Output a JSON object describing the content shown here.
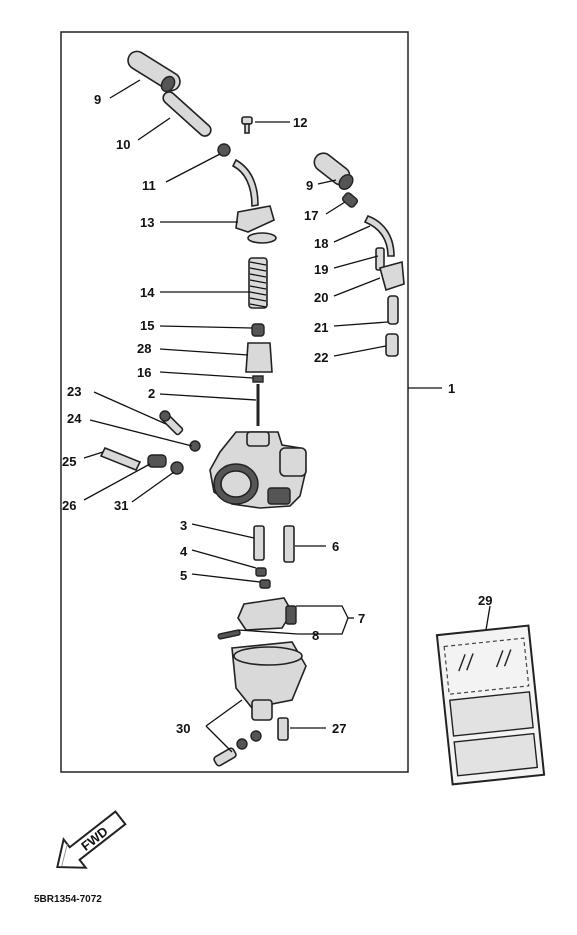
{
  "diagram": {
    "part_labels": {
      "p1": "1",
      "p2": "2",
      "p3": "3",
      "p4": "4",
      "p5": "5",
      "p6": "6",
      "p7": "7",
      "p8": "8",
      "p9a": "9",
      "p9b": "9",
      "p10": "10",
      "p11": "11",
      "p12": "12",
      "p13": "13",
      "p14": "14",
      "p15": "15",
      "p16": "16",
      "p17": "17",
      "p18": "18",
      "p19": "19",
      "p20": "20",
      "p21": "21",
      "p22": "22",
      "p23": "23",
      "p24": "24",
      "p25": "25",
      "p26": "26",
      "p27": "27",
      "p28": "28",
      "p29": "29",
      "p30": "30",
      "p31": "31"
    },
    "fwd_label": "FWD",
    "drawing_code": "5BR1354-7072"
  },
  "colors": {
    "line": "#222222",
    "part_fill": "#d9d9d9",
    "background": "#ffffff"
  }
}
